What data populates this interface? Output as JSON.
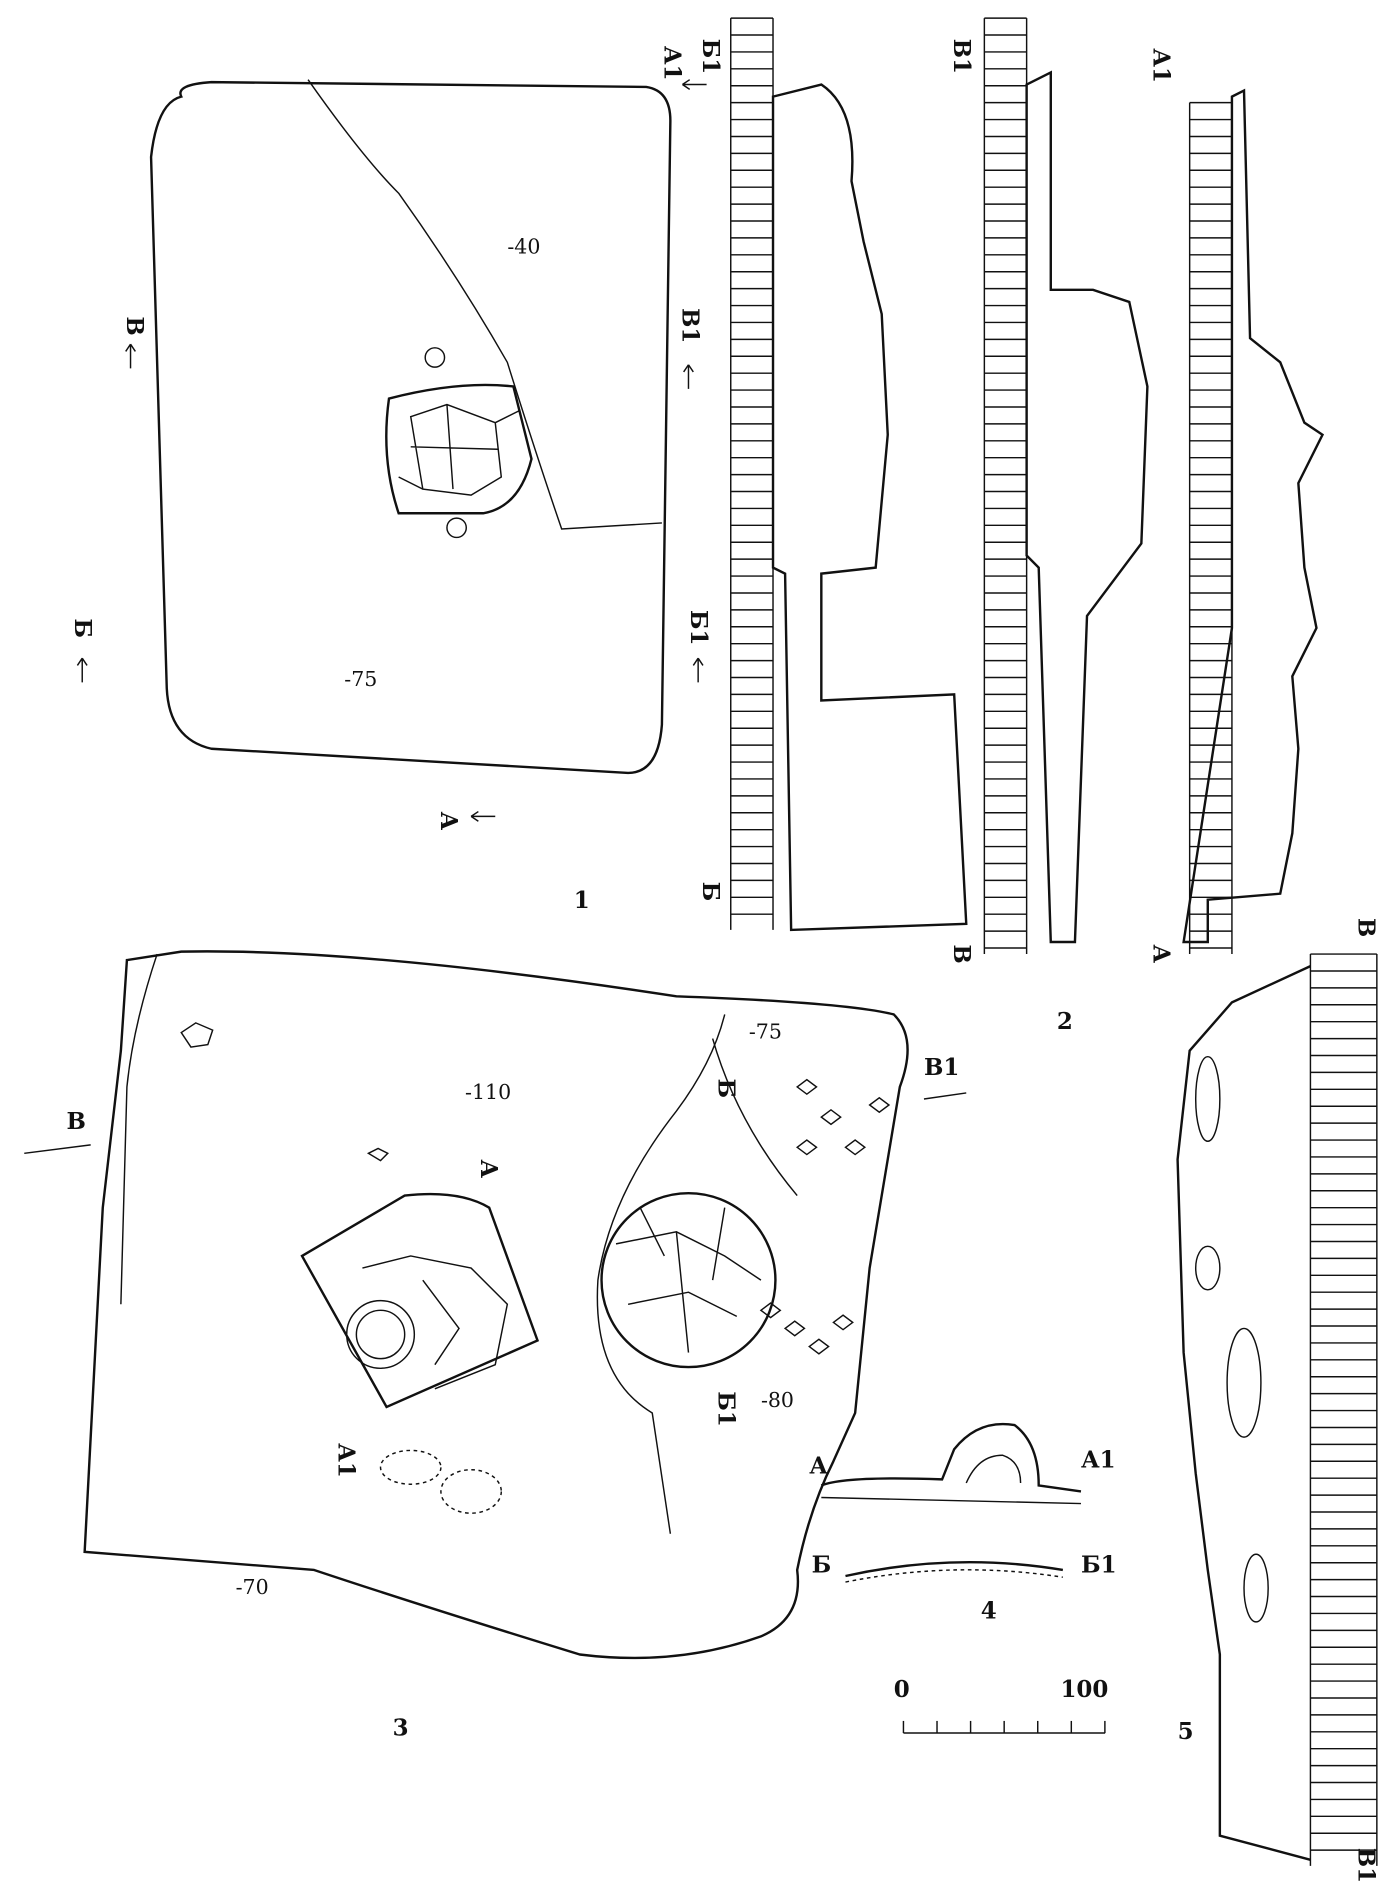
{
  "figure1": {
    "number": "1",
    "depths": [
      "-40",
      "-75"
    ],
    "section_marks": {
      "a1": "А1",
      "a": "А",
      "v": "В",
      "v1": "В1",
      "b": "Б",
      "b1": "Б1"
    }
  },
  "figure2": {
    "number": "2",
    "profiles": [
      {
        "top": "Б1",
        "bottom": "Б"
      },
      {
        "top": "В1",
        "bottom": "В"
      },
      {
        "top": "А1",
        "bottom": "А"
      }
    ]
  },
  "figure3": {
    "number": "3",
    "depths": [
      "-110",
      "-75",
      "-80",
      "-70"
    ],
    "section_marks": {
      "v": "В",
      "v1": "В1",
      "b": "Б",
      "b1": "Б1",
      "a": "А",
      "a1": "А1"
    }
  },
  "figure4": {
    "number": "4",
    "section_a": {
      "left": "А",
      "right": "А1"
    },
    "section_b": {
      "left": "Б",
      "right": "Б1"
    }
  },
  "figure5": {
    "number": "5",
    "top": "В",
    "bottom": "В1"
  },
  "scale_bar": {
    "start": "0",
    "end": "100"
  }
}
